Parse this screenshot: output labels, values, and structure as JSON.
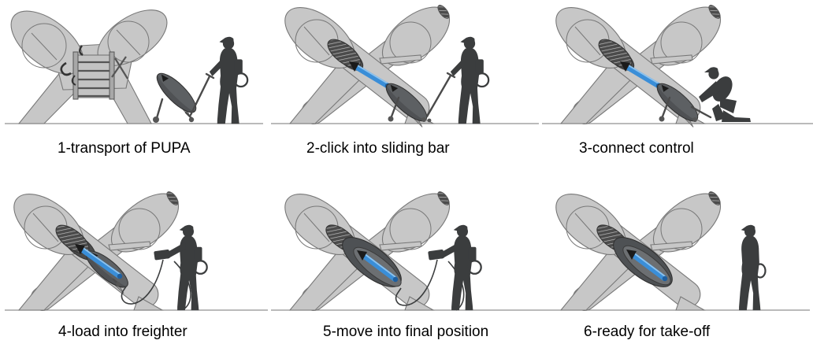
{
  "figure": {
    "panels": [
      {
        "caption": "1-transport of PUPA"
      },
      {
        "caption": "2-click into sliding bar"
      },
      {
        "caption": "3-connect control"
      },
      {
        "caption": "4-load into freighter"
      },
      {
        "caption": "5-move into final position"
      },
      {
        "caption": "6-ready for take-off"
      }
    ]
  },
  "colors": {
    "aircraft-fill": "#c7c7c7",
    "aircraft-stroke": "#787878",
    "person-fill": "#3b3d3e",
    "pupa-fill": "#5d6063",
    "bar-blue": "#3a8ed8",
    "bar-highlight": "#8ec3ee",
    "bar-dark": "#1f5f9f",
    "ground-line": "#919191",
    "caption": "#000000"
  }
}
